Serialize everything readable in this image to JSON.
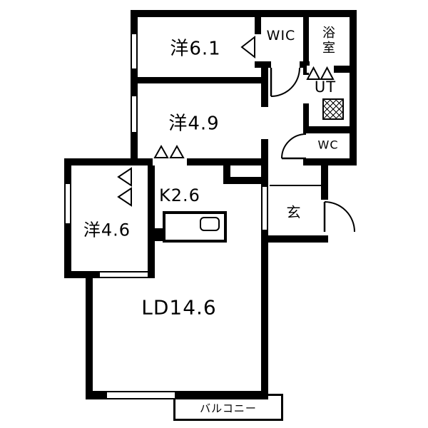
{
  "plan": {
    "title": "floor-plan",
    "bg_color": "#ffffff",
    "wall_color": "#000000",
    "rooms": [
      {
        "id": "yo61",
        "label": "洋6.1"
      },
      {
        "id": "yo49",
        "label": "洋4.9"
      },
      {
        "id": "wic",
        "label": "WIC"
      },
      {
        "id": "bath",
        "label": "浴室"
      },
      {
        "id": "ut",
        "label": "UT"
      },
      {
        "id": "wc",
        "label": "WC"
      },
      {
        "id": "kitchen",
        "label": "K2.6"
      },
      {
        "id": "genkan",
        "label": "玄"
      },
      {
        "id": "yo46",
        "label": "洋4.6"
      },
      {
        "id": "ld",
        "label": "LD14.6"
      },
      {
        "id": "balcony",
        "label": "バルコニー"
      }
    ]
  }
}
